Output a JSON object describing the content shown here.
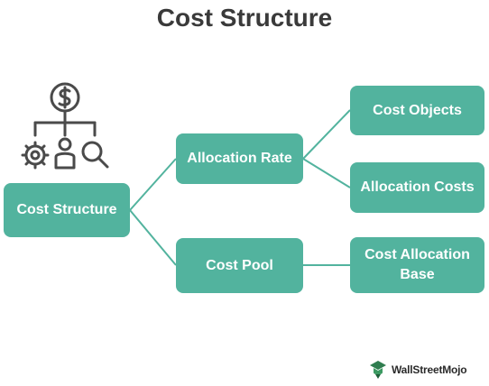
{
  "diagram": {
    "title": "Cost Structure",
    "nodes": {
      "cost_structure": "Cost Structure",
      "allocation_rate": "Allocation Rate",
      "cost_pool": "Cost Pool",
      "cost_objects": "Cost Objects",
      "allocation_costs": "Allocation Costs",
      "cost_allocation_base": "Cost Allocation Base"
    },
    "edges": [
      [
        "cost_structure",
        "allocation_rate"
      ],
      [
        "cost_structure",
        "cost_pool"
      ],
      [
        "allocation_rate",
        "cost_objects"
      ],
      [
        "allocation_rate",
        "allocation_costs"
      ],
      [
        "cost_pool",
        "cost_allocation_base"
      ]
    ],
    "icons": [
      "dollar-coin-icon",
      "gear-icon",
      "person-icon",
      "magnifier-icon"
    ]
  },
  "brand": {
    "name": "WallStreetMojo"
  },
  "colors": {
    "node": "#52b39e",
    "connector": "#52b39e",
    "title": "#3a3a3a",
    "icon": "#4a4a4a"
  }
}
